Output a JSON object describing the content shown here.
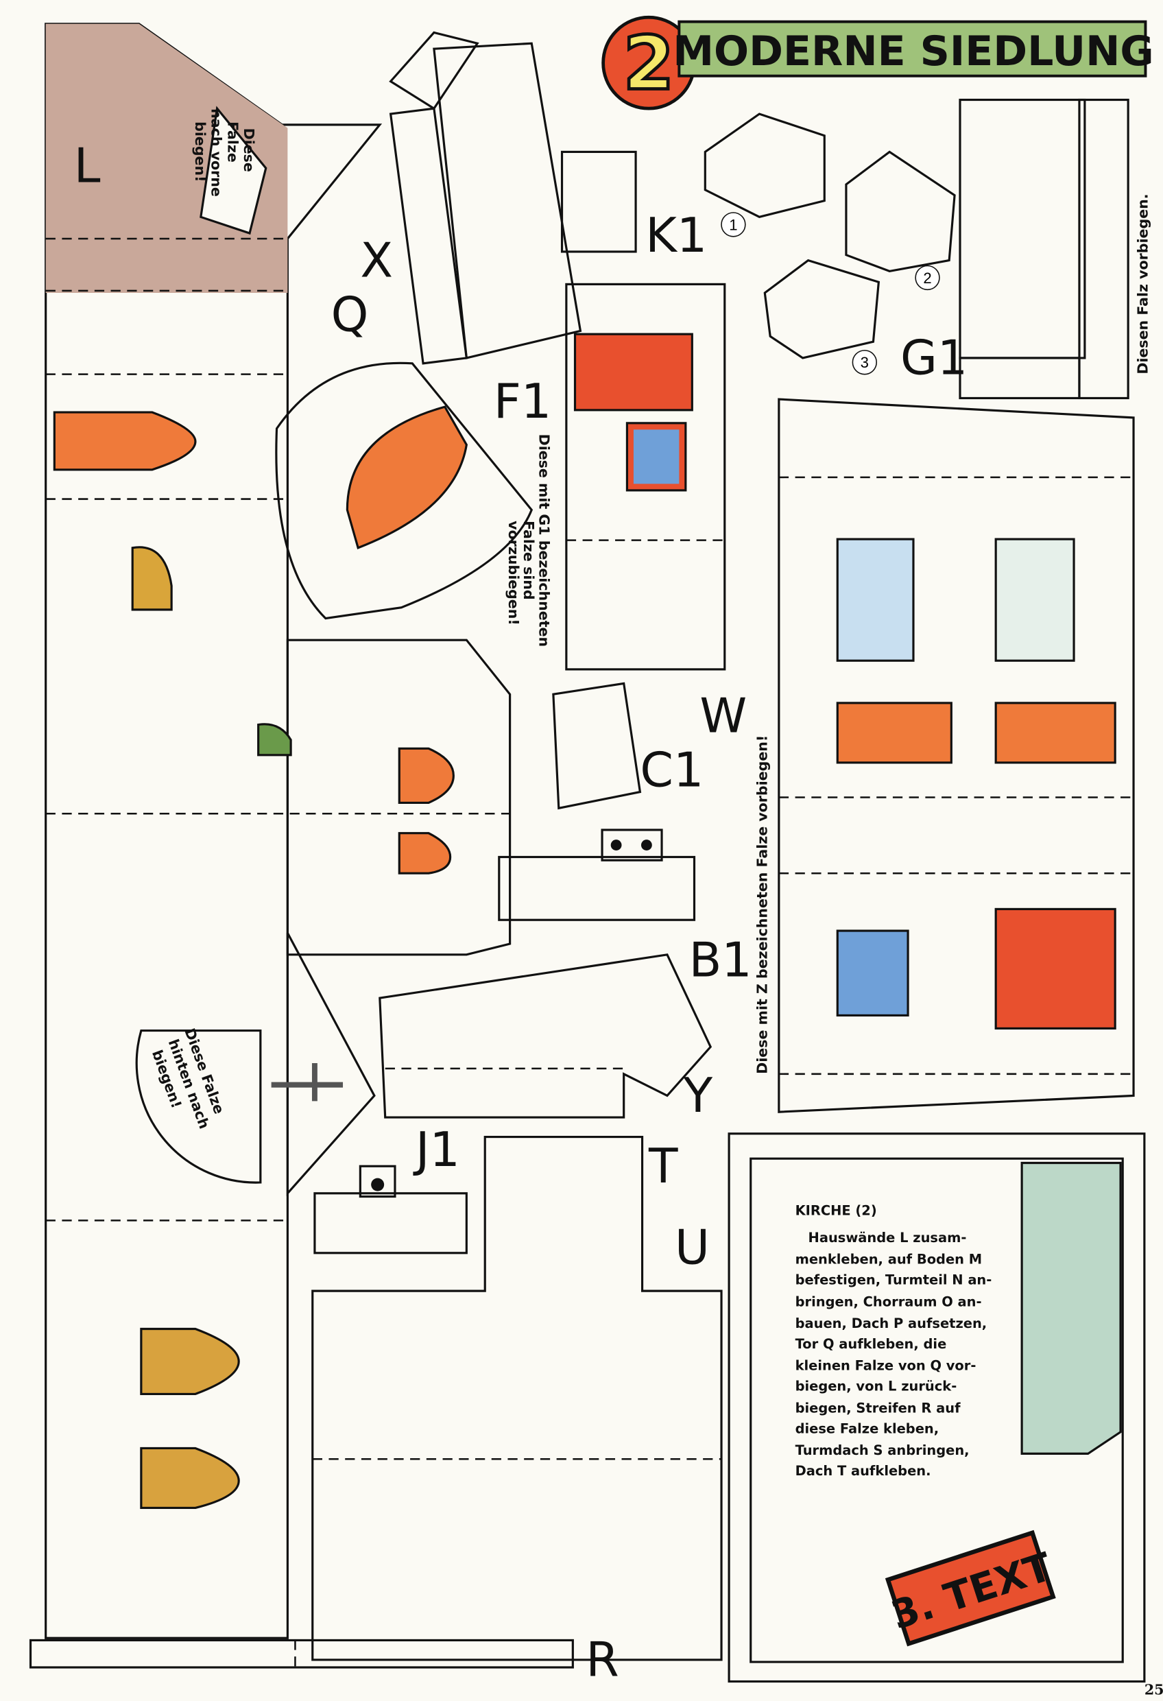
{
  "header": {
    "number": "2",
    "title": "MODERNE SIEDLUNG"
  },
  "part_labels": {
    "L": "L",
    "X": "X",
    "Q": "Q",
    "F1": "F1",
    "K1": "K1",
    "G1": "G1",
    "W": "W",
    "C1": "C1",
    "B1": "B1",
    "Y": "Y",
    "J1": "J1",
    "T": "T",
    "U": "U",
    "R": "R"
  },
  "model_numbers": [
    "1",
    "2",
    "3"
  ],
  "captions": {
    "fold_forward": [
      "Diese",
      "Falze",
      "nach vorne",
      "biegen!"
    ],
    "g1_fold": [
      "Diese mit G1 bezeichneten",
      "Falze sind",
      "vorzubiegen!"
    ],
    "fold_back": [
      "Diese Falze",
      "hinten nach",
      "biegen!"
    ],
    "g1_single": "Diesen Falz vorbiegen.",
    "z_fold": "Diese mit Z bezeichneten Falze vorbiegen!"
  },
  "instructions": {
    "heading": "KIRCHE (2)",
    "lines": [
      "Hauswände L zusam-",
      "menkleben, auf Boden M",
      "befestigen, Turmteil N an-",
      "bringen, Chorraum O an-",
      "bauen, Dach P aufsetzen,",
      "Tor Q aufkleben, die",
      "kleinen Falze von Q vor-",
      "biegen, von L zurück-",
      "biegen, Streifen R auf",
      "diese Falze kleben,",
      "Turmdach S anbringen,",
      "Dach T aufkleben."
    ]
  },
  "badge": "3. TEXT",
  "page_number": "25",
  "colors": {
    "wall": "#c9a89a",
    "roof_red": "#b83a2c",
    "sky_blue": "#b7d6ec",
    "yellow": "#f6f0a6",
    "green": "#9fc27a",
    "orange": "#ef7a3a"
  }
}
